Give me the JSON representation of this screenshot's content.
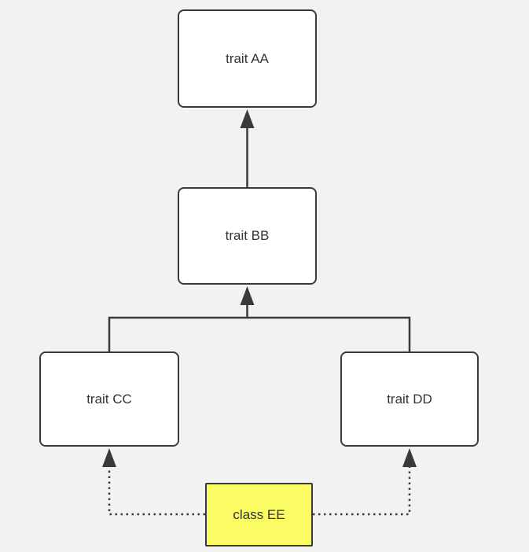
{
  "colors": {
    "bg": "#f2f2f2",
    "stroke": "#3a3a3a",
    "node-fill": "#ffffff",
    "class-fill": "#fbfb64",
    "text": "#333333"
  },
  "nodes": {
    "aa": {
      "label": "trait AA",
      "kind": "trait"
    },
    "bb": {
      "label": "trait BB",
      "kind": "trait"
    },
    "cc": {
      "label": "trait CC",
      "kind": "trait"
    },
    "dd": {
      "label": "trait DD",
      "kind": "trait"
    },
    "ee": {
      "label": "class EE",
      "kind": "class"
    }
  },
  "edges": [
    {
      "from": "bb",
      "to": "aa",
      "style": "solid",
      "arrow": "filled-triangle-up"
    },
    {
      "from": "cc",
      "to": "bb",
      "style": "solid",
      "arrow": "filled-triangle-up",
      "via": "shared-branch"
    },
    {
      "from": "dd",
      "to": "bb",
      "style": "solid",
      "arrow": "filled-triangle-up",
      "via": "shared-branch"
    },
    {
      "from": "ee",
      "to": "cc",
      "style": "dotted",
      "arrow": "filled-triangle-up"
    },
    {
      "from": "ee",
      "to": "dd",
      "style": "dotted",
      "arrow": "filled-triangle-up"
    }
  ]
}
